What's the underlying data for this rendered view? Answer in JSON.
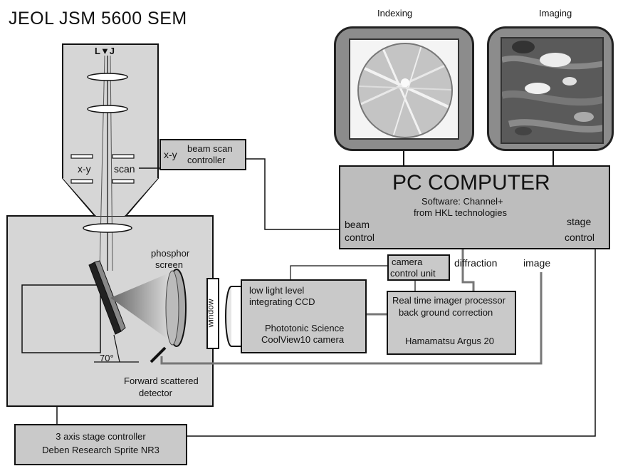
{
  "title": "JEOL JSM 5600 SEM",
  "monitors": {
    "left_label": "Indexing",
    "right_label": "Imaging"
  },
  "column": {
    "gun_symbol": "L▼J",
    "xy_label": "x-y",
    "scan_label": "scan"
  },
  "beam_scan": {
    "xy": "x-y",
    "line1": "beam scan",
    "line2": "controller"
  },
  "pc": {
    "title": "PC COMPUTER",
    "software_line1": "Software: Channel+",
    "software_line2": "from HKL technologies",
    "beam_control_1": "beam",
    "beam_control_2": "control",
    "stage_control_1": "stage",
    "stage_control_2": "control"
  },
  "chamber": {
    "phosphor_1": "phosphor",
    "phosphor_2": "screen",
    "window": "window",
    "angle": "70°",
    "detector_1": "Forward scattered",
    "detector_2": "detector"
  },
  "camera_control": {
    "line1": "camera",
    "line2": "control unit"
  },
  "signals": {
    "diffraction": "diffraction",
    "image": "image"
  },
  "ccd": {
    "line1": "low light level",
    "line2": "integrating CCD",
    "line3": "Phototonic Science",
    "line4": "CoolView10 camera"
  },
  "imager": {
    "line1": "Real time imager processor",
    "line2": "back ground correction",
    "line3": "Hamamatsu Argus 20"
  },
  "stage": {
    "line1": "3 axis stage controller",
    "line2": "Deben Research Sprite NR3"
  },
  "colors": {
    "box_fill": "#c9c9c9",
    "monitor_bezel": "#8c8c8c",
    "line": "#111111"
  }
}
